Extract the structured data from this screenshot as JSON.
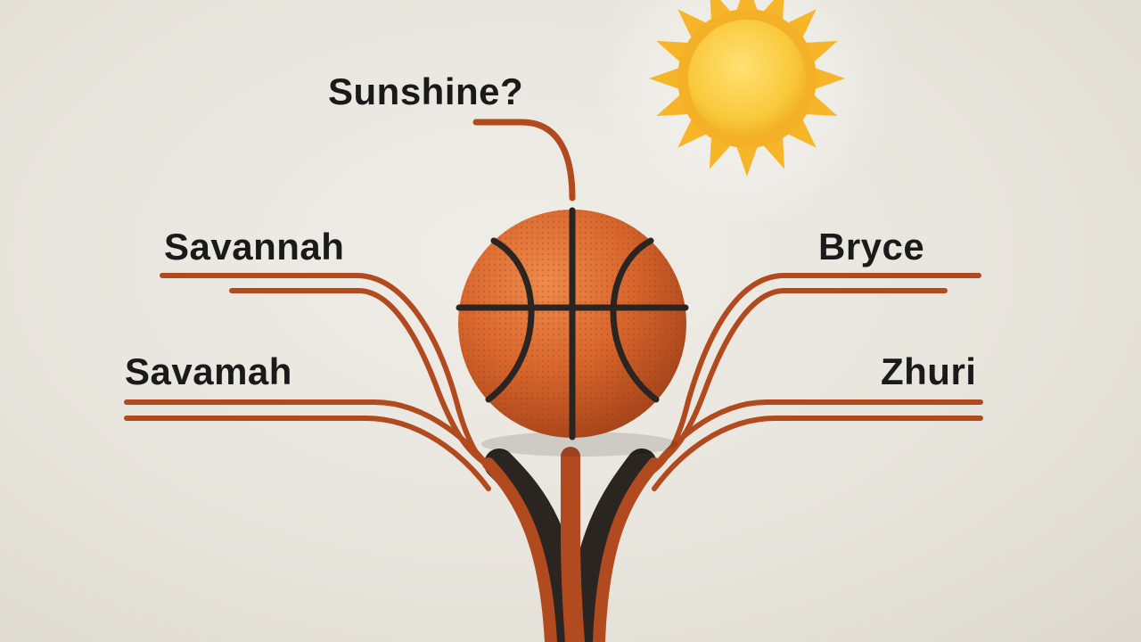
{
  "labels": {
    "top": "Sunshine?",
    "left_upper": "Savannah",
    "left_lower": "Savamah",
    "right_upper": "Bryce",
    "right_lower": "Zhuri"
  },
  "colors": {
    "background": "#e9e6df",
    "branch": "#b14a1f",
    "ball": "#d8662c",
    "seam": "#2b2522",
    "sun": "#f7c631",
    "text": "#1a1a1a"
  },
  "icons": [
    "basketball-icon",
    "sun-icon"
  ]
}
